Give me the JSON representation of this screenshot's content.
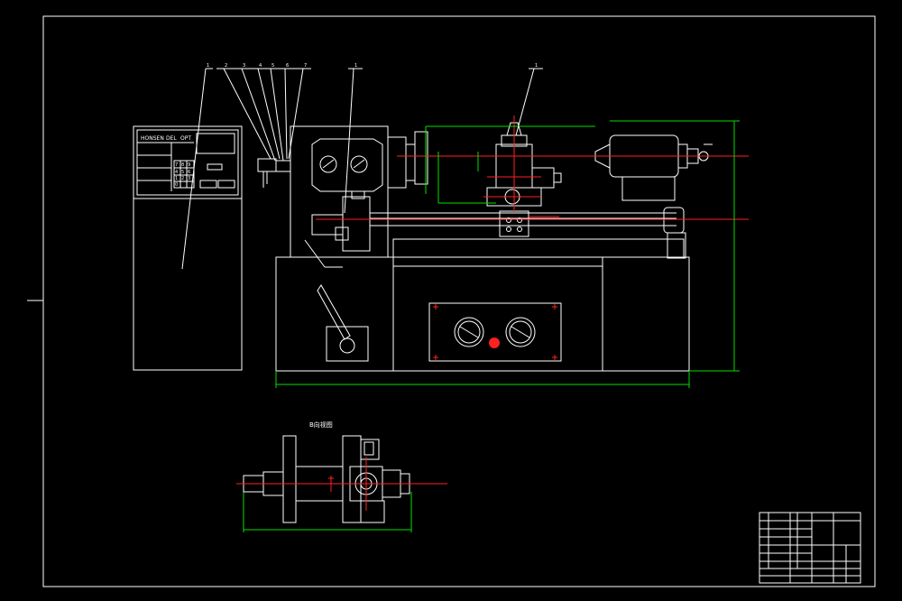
{
  "colors": {
    "background": "#000000",
    "linework": "#ffffff",
    "centerline": "#ff2020",
    "dimension": "#00e000",
    "label": "#ffffff"
  },
  "balloons": [
    "1",
    "2",
    "3",
    "4",
    "5",
    "6",
    "7",
    "1",
    "1"
  ],
  "control_panel": {
    "header_cells": [
      "HONSEN",
      "DEL",
      "OPT"
    ],
    "row_labels": [
      "",
      "",
      "",
      "",
      ""
    ],
    "keypad_values": [
      "7",
      "8",
      "9",
      "4",
      "5",
      "6",
      "1",
      "2",
      "3",
      "0"
    ]
  },
  "view_title": "B向视图",
  "title_block": {
    "rows": [
      "",
      "",
      "",
      "",
      "",
      "",
      "",
      "",
      ""
    ]
  }
}
